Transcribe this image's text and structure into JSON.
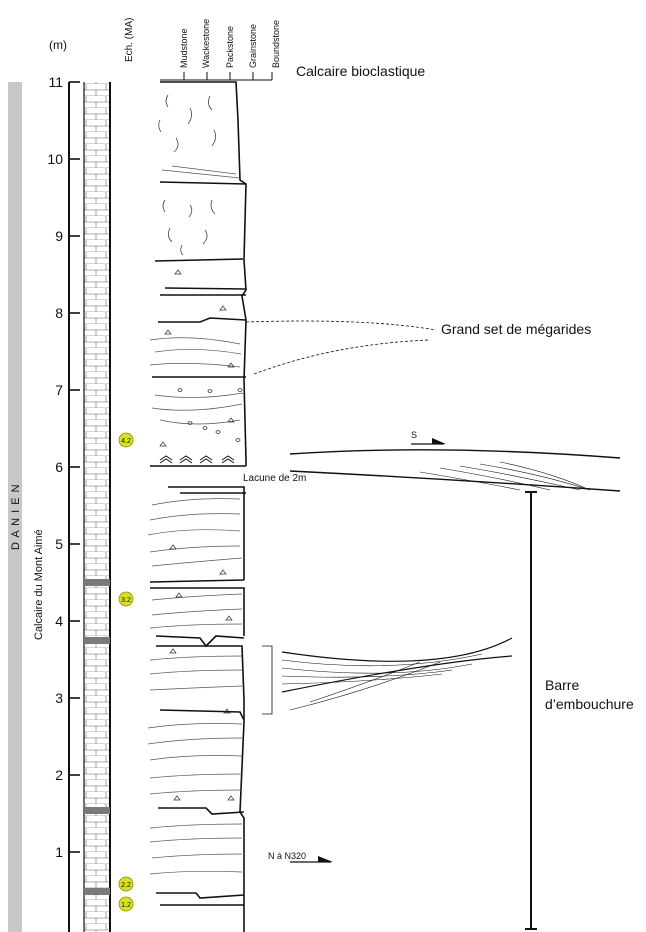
{
  "units_label": "(m)",
  "ech_label": "Ech. (MA)",
  "texture_columns": [
    "Mudstone",
    "Wackestone",
    "Packstone",
    "Grainstone",
    "Boundstone"
  ],
  "lithology_title": "Calcaire bioclastique",
  "stage_label": "D A N I E N",
  "formation_label": "Calcaire du Mont Aimé",
  "depth_ticks": [
    "1",
    "2",
    "3",
    "4",
    "5",
    "6",
    "7",
    "8",
    "9",
    "10",
    "11"
  ],
  "samples": [
    {
      "label": "4.2",
      "depth_m": 6.3
    },
    {
      "label": "3.2",
      "depth_m": 4.3
    },
    {
      "label": "2.2",
      "depth_m": 0.6
    },
    {
      "label": "1.2",
      "depth_m": 0.35
    }
  ],
  "annotations": {
    "megarides": "Grand set de mégarides",
    "lacune": "Lacune de 2m",
    "direction_top": "S",
    "direction_bottom": "N à N320",
    "barre_line1": "Barre",
    "barre_line2": "d’embouchure"
  },
  "colors": {
    "stage_bar": "#c8c8c8",
    "sample_fill": "#d9e021",
    "marl_band": "#7a7a7a",
    "line": "#111111"
  }
}
